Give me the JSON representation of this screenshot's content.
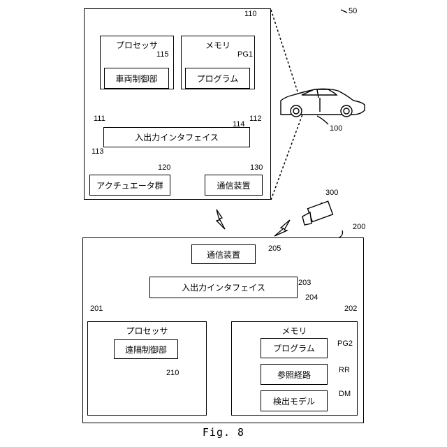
{
  "figure": {
    "system_ref": "50",
    "caption": "Fig. 8"
  },
  "vehicle_device": {
    "ref": "110",
    "processor": {
      "title": "プロセッサ",
      "ref": "111",
      "unit_label": "車両制御部",
      "unit_ref": "115"
    },
    "memory": {
      "title": "メモリ",
      "ref": "112",
      "program_label": "プログラム",
      "program_ref": "PG1"
    },
    "bus_ref": "114",
    "io_interface": {
      "label": "入出力インタフェイス",
      "ref": "113"
    },
    "actuators": {
      "label": "アクチュエータ群",
      "ref": "120"
    },
    "comm_device": {
      "label": "通信装置",
      "ref": "130"
    }
  },
  "vehicle": {
    "ref": "100",
    "icon": "car-icon"
  },
  "camera": {
    "ref": "300",
    "icon": "camera-icon"
  },
  "remote_device": {
    "ref": "200",
    "comm_device": {
      "label": "通信装置",
      "ref": "205"
    },
    "io_interface": {
      "label": "入出力インタフェイス",
      "ref": "203"
    },
    "bus_ref": "204",
    "processor": {
      "title": "プロセッサ",
      "ref": "201",
      "unit_label": "遠隔制御部",
      "unit_ref": "210"
    },
    "memory": {
      "title": "メモリ",
      "ref": "202",
      "items": [
        {
          "label": "プログラム",
          "ref": "PG2"
        },
        {
          "label": "参照経路",
          "ref": "RR"
        },
        {
          "label": "検出モデル",
          "ref": "DM"
        }
      ]
    }
  }
}
